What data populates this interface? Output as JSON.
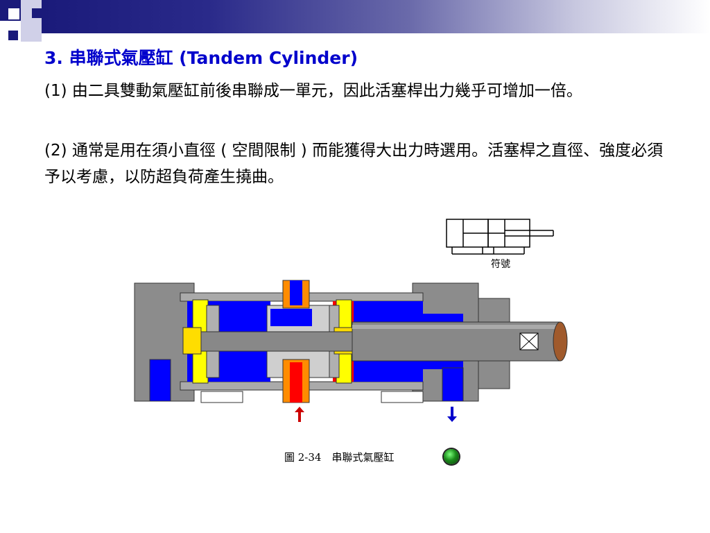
{
  "slide": {
    "title": "3. 串聯式氣壓缸 (Tandem Cylinder)",
    "paragraphs": [
      "(1) 由二具雙動氣壓缸前後串聯成一單元，因此活塞桿出力幾乎可增加一倍。",
      "(2) 通常是用在須小直徑 ( 空間限制 ) 而能獲得大出力時選用。活塞桿之直徑、強度必須予以考慮，以防超負荷產生撓曲。"
    ],
    "symbol_label": "符號",
    "figure_caption": "圖 2-34　串聯式氣壓缸"
  },
  "colors": {
    "header_dark": "#1a1a7a",
    "title_blue": "#0000cc",
    "chamber_blue": "#0000ff",
    "chamber_red": "#ff0000",
    "seal_yellow": "#ffff00",
    "port_orange": "#ff8c00",
    "body_gray": "#909090",
    "nav_green": "#22aa22"
  },
  "icons": {
    "arrow_in": "arrow-up-icon",
    "arrow_out": "arrow-down-icon",
    "nav": "green-circle-button-icon"
  }
}
